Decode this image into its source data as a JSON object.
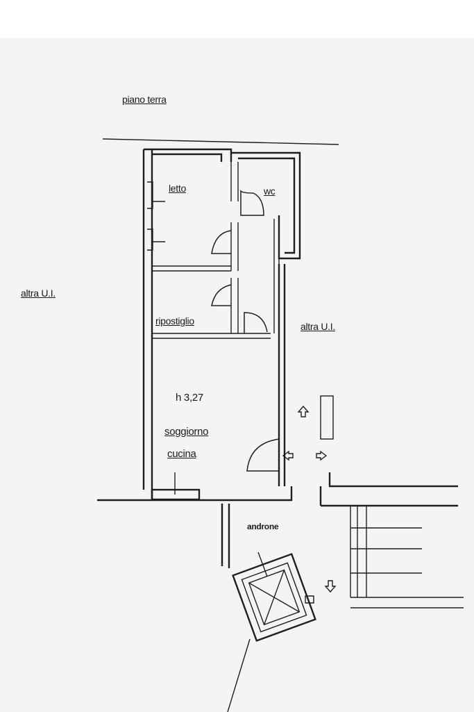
{
  "labels": {
    "floor": "piano terra",
    "left_unit": "altra U.I.",
    "right_unit": "altra U.I.",
    "bedroom": "letto",
    "wc": "wc",
    "storage": "ripostiglio",
    "height": "h 3,27",
    "living": "soggiorno",
    "kitchen": "cucina",
    "lobby": "androne"
  }
}
